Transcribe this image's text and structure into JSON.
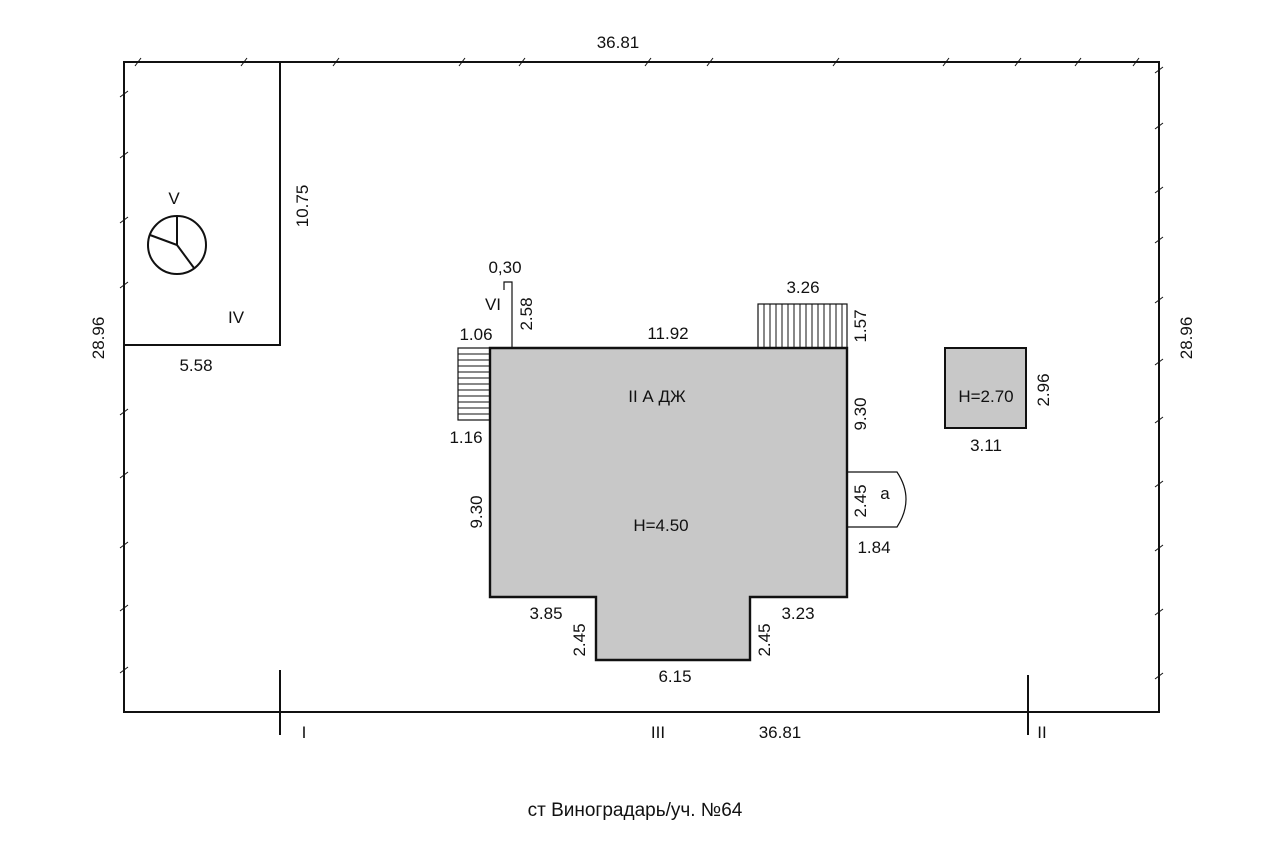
{
  "plot": {
    "top_length": "36.81",
    "bottom_length": "36.81",
    "left_length": "28.96",
    "right_length": "28.96"
  },
  "zone_iv": {
    "label": "IV",
    "width": "5.58",
    "height": "10.75",
    "well_label": "V"
  },
  "house": {
    "label": "II А ДЖ",
    "height_label": "Н=4.50",
    "top_width": "11.92",
    "right_upper": "9.30",
    "left_side": "9.30",
    "bottom_left": "3.85",
    "bottom_right": "3.23",
    "notch_left_depth": "2.45",
    "notch_right_depth": "2.45",
    "notch_bottom": "6.15",
    "stair_left_width": "1.06",
    "stair_left_height": "1.16",
    "stair_top_width": "3.26",
    "stair_top_height": "1.57",
    "porch_label": "а",
    "porch_height": "2.45",
    "porch_width": "1.84"
  },
  "fence_vi": {
    "label": "VI",
    "width": "0,30",
    "height": "2.58"
  },
  "shed": {
    "height_label": "Н=2.70",
    "side": "2.96",
    "bottom": "3.11"
  },
  "markers": {
    "left": "I",
    "middle": "III",
    "right": "II"
  },
  "caption": "ст Виноградарь/уч. №64"
}
